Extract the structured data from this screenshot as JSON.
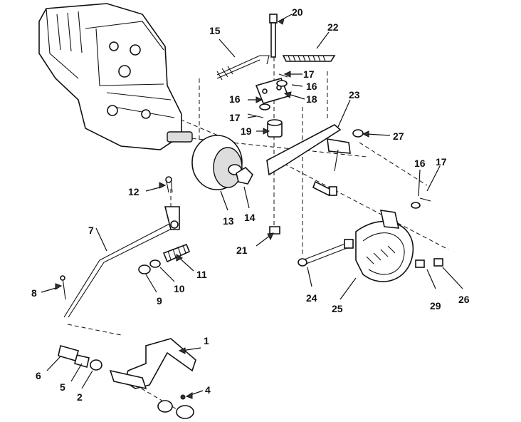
{
  "callouts": {
    "c1": "1",
    "c2": "2",
    "c4": "4",
    "c5": "5",
    "c6": "6",
    "c7": "7",
    "c8": "8",
    "c9": "9",
    "c10": "10",
    "c11": "11",
    "c12": "12",
    "c13": "13",
    "c14": "14",
    "c15": "15",
    "c16a": "16",
    "c16b": "16",
    "c16c": "16",
    "c17a": "17",
    "c17b": "17",
    "c17c": "17",
    "c18": "18",
    "c19": "19",
    "c20": "20",
    "c21": "21",
    "c22": "22",
    "c23": "23",
    "c24": "24",
    "c25": "25",
    "c26": "26",
    "c27": "27",
    "c29": "29"
  }
}
